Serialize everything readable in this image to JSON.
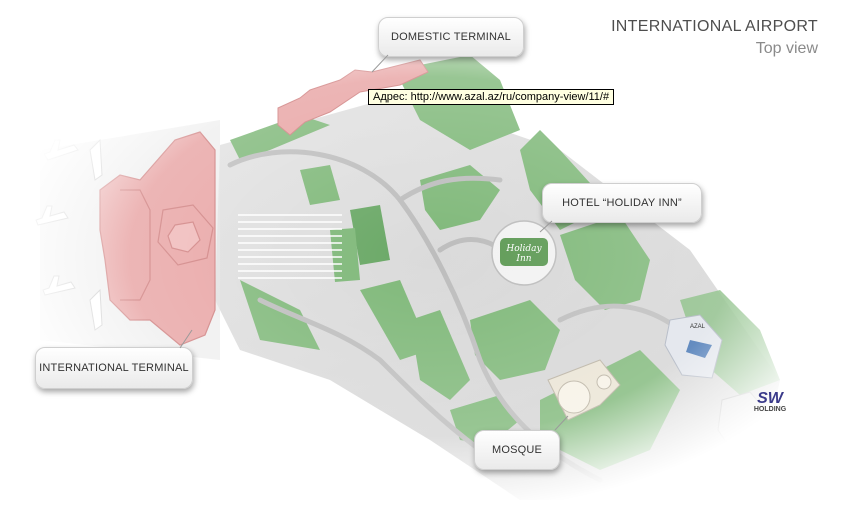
{
  "title": {
    "line1": "INTERNATIONAL AIRPORT",
    "line2": "Top view"
  },
  "labels": {
    "domestic": "DOMESTIC TERMINAL",
    "international": "INTERNATIONAL TERMINAL",
    "hotel": "HOTEL “HOLIDAY INN”",
    "mosque": "MOSQUE"
  },
  "tooltip": "Адрес: http://www.azal.az/ru/company-view/11/#",
  "logos": {
    "holiday_inn": "Holiday Inn",
    "azal": "AZAL",
    "sw_mark": "SW",
    "sw_text": "HOLDING"
  },
  "colors": {
    "terminal": "#e8a3a3",
    "terminal_stroke": "#cf7f7f",
    "grass": "#7fb879",
    "grass_dark": "#6aa866",
    "pavement": "#d6d6d6",
    "road": "#c9c9c9"
  }
}
